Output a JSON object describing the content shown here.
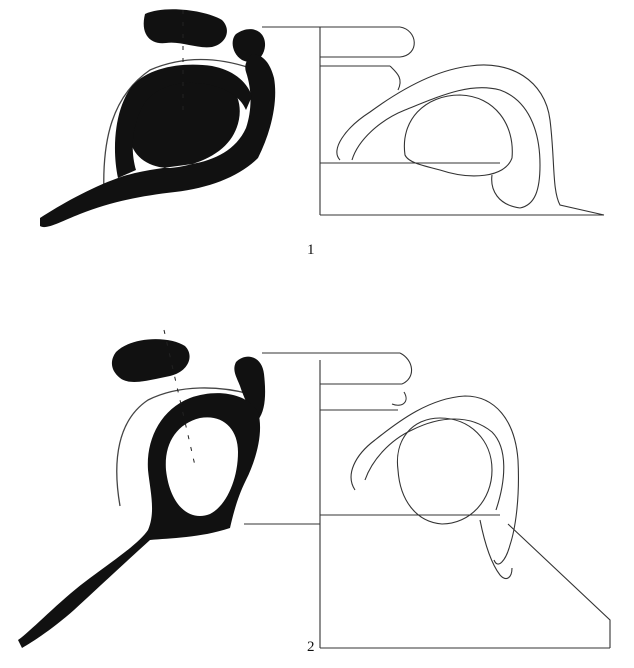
{
  "figures": [
    {
      "id": "1",
      "label": "1"
    },
    {
      "id": "2",
      "label": "2"
    }
  ],
  "colors": {
    "ink": "#111111",
    "outline": "#333333",
    "background": "#ffffff"
  }
}
